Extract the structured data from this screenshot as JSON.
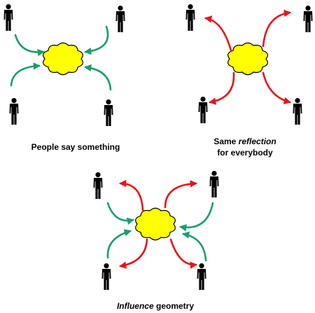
{
  "colors": {
    "cloud_fill": "#ffff00",
    "cloud_stroke": "#000000",
    "inward_arrow": "#1a9e6e",
    "outward_arrow": "#e8141b",
    "person": "#000000",
    "text": "#000000"
  },
  "panels": {
    "say": {
      "caption": "People say something",
      "arrows": "inward"
    },
    "reflection": {
      "caption_line1_prefix": "Same ",
      "caption_line1_emphasis": "reflection",
      "caption_line2": "for everybody",
      "arrows": "outward"
    },
    "influence": {
      "caption_emphasis": "Influence",
      "caption_suffix": " geometry",
      "arrows": "both"
    }
  },
  "icons": {
    "person": "person-icon",
    "cloud": "cloud-icon",
    "arrow": "curved-arrow-icon"
  }
}
